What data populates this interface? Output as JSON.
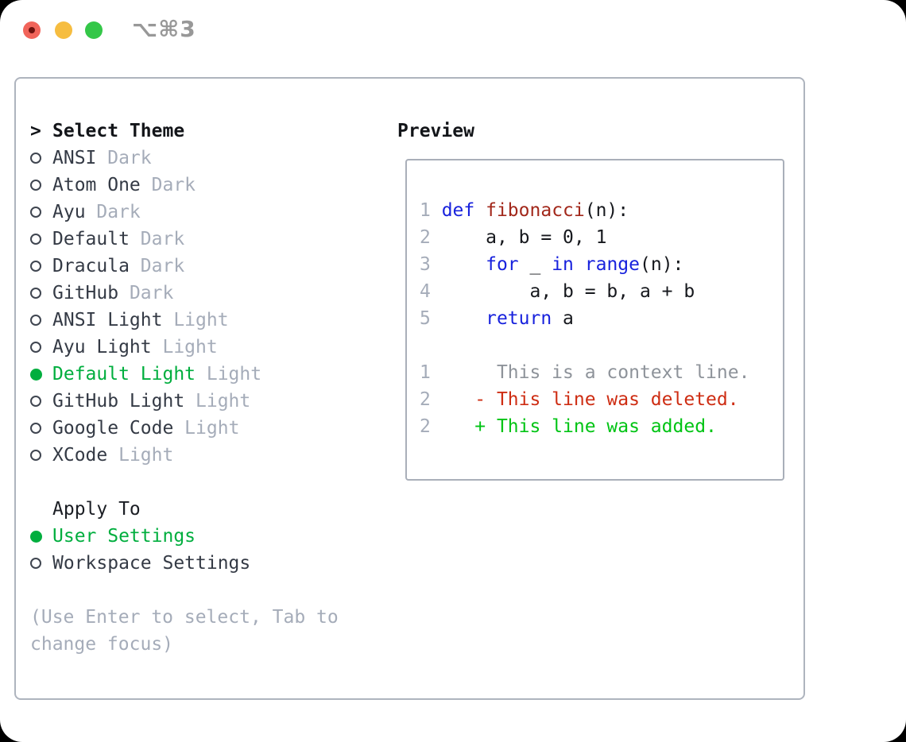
{
  "titlebar": {
    "shortcut": "⌥⌘3"
  },
  "colors": {
    "selection_green": "#00ae3e",
    "added_green": "#00c414",
    "deleted_red": "#ce2d13",
    "keyword_blue": "#1822dd",
    "function_red": "#a2281b",
    "muted_gray": "#a5acb9",
    "traffic_red": "#f1645a",
    "traffic_yellow": "#f6bd40",
    "traffic_green": "#34c748"
  },
  "theme_picker": {
    "title": "Select Theme",
    "items": [
      {
        "name": "ANSI",
        "variant": "Dark",
        "selected": false
      },
      {
        "name": "Atom One",
        "variant": "Dark",
        "selected": false
      },
      {
        "name": "Ayu",
        "variant": "Dark",
        "selected": false
      },
      {
        "name": "Default",
        "variant": "Dark",
        "selected": false
      },
      {
        "name": "Dracula",
        "variant": "Dark",
        "selected": false
      },
      {
        "name": "GitHub",
        "variant": "Dark",
        "selected": false
      },
      {
        "name": "ANSI Light",
        "variant": "Light",
        "selected": false
      },
      {
        "name": "Ayu Light",
        "variant": "Light",
        "selected": false
      },
      {
        "name": "Default Light",
        "variant": "Light",
        "selected": true
      },
      {
        "name": "GitHub Light",
        "variant": "Light",
        "selected": false
      },
      {
        "name": "Google Code",
        "variant": "Light",
        "selected": false
      },
      {
        "name": "XCode",
        "variant": "Light",
        "selected": false
      }
    ]
  },
  "apply_to": {
    "title": "Apply To",
    "options": [
      {
        "label": "User Settings",
        "selected": true
      },
      {
        "label": "Workspace Settings",
        "selected": false
      }
    ]
  },
  "help": {
    "line1": "(Use Enter to select, Tab to",
    "line2": "change focus)"
  },
  "preview": {
    "title": "Preview",
    "lines": [
      {
        "num": "1",
        "segments": [
          {
            "t": "def",
            "c": "kw"
          },
          {
            "t": " ",
            "c": "plain"
          },
          {
            "t": "fibonacci",
            "c": "fn"
          },
          {
            "t": "(n):",
            "c": "plain"
          }
        ]
      },
      {
        "num": "2",
        "segments": [
          {
            "t": "    a, b = 0, 1",
            "c": "plain"
          }
        ]
      },
      {
        "num": "3",
        "segments": [
          {
            "t": "    ",
            "c": "plain"
          },
          {
            "t": "for",
            "c": "kw"
          },
          {
            "t": " _ ",
            "c": "plain"
          },
          {
            "t": "in",
            "c": "kw"
          },
          {
            "t": " ",
            "c": "plain"
          },
          {
            "t": "range",
            "c": "kw"
          },
          {
            "t": "(n):",
            "c": "plain"
          }
        ]
      },
      {
        "num": "4",
        "segments": [
          {
            "t": "        a, b = b, a + b",
            "c": "plain"
          }
        ]
      },
      {
        "num": "5",
        "segments": [
          {
            "t": "    ",
            "c": "plain"
          },
          {
            "t": "return",
            "c": "kw"
          },
          {
            "t": " a",
            "c": "plain"
          }
        ]
      },
      {
        "num": "",
        "segments": []
      },
      {
        "num": "1",
        "segments": [
          {
            "t": "     This is a context line.",
            "c": "ctx"
          }
        ]
      },
      {
        "num": "2",
        "segments": [
          {
            "t": "   - This line was deleted.",
            "c": "del"
          }
        ]
      },
      {
        "num": "2",
        "segments": [
          {
            "t": "   + This line was added.",
            "c": "add"
          }
        ]
      }
    ]
  }
}
